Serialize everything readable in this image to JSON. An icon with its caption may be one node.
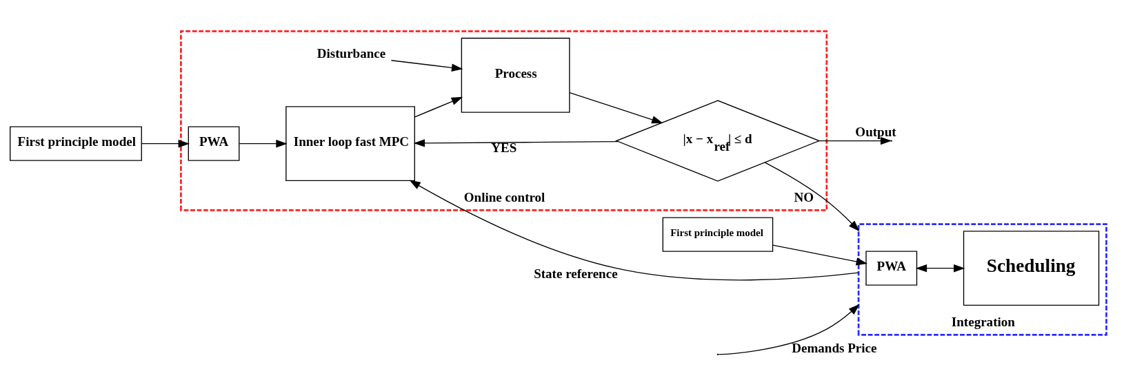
{
  "diagram": {
    "nodes": [
      {
        "text": [
          "First principle model"
        ]
      },
      {
        "text": [
          "Integration"
        ]
      },
      {
        "text": [
          "PWA"
        ],
        "in": 1
      },
      {
        "text": [
          "Scheduling"
        ],
        "in": 1
      },
      {
        "text": [
          "First principle model"
        ]
      },
      {
        "text": [
          "Online control"
        ]
      },
      {
        "text": [
          "PWA"
        ],
        "in": 5
      },
      {
        "text": [
          "Inner loop fast MPC"
        ],
        "in": 5
      },
      {
        "text": [
          "Process"
        ],
        "in": 5
      },
      {
        "text": [
          "|x − x$_{ref}$| ≤ d"
        ],
        "in": 5
      },
      {
        "text": [
          "Disturbance"
        ],
        "in": 5
      }
    ],
    "edges": [
      {
        "from": 0,
        "to": 2,
        "arrow": "to"
      },
      {
        "from": 2,
        "to": 3,
        "arrow": "both"
      },
      {
        "from": null,
        "to": 1,
        "arrow": "to",
        "label": "Demands Price"
      },
      {
        "from": 1,
        "to": 7,
        "arrow": "to",
        "label": "State reference"
      },
      {
        "from": 4,
        "to": 6,
        "arrow": "to"
      },
      {
        "from": 6,
        "to": 7,
        "arrow": "to"
      },
      {
        "from": 7,
        "to": 8,
        "arrow": "to"
      },
      {
        "from": 10,
        "to": 8,
        "arrow": "to"
      },
      {
        "from": 8,
        "to": 9,
        "arrow": "to"
      },
      {
        "from": 9,
        "to": 7,
        "arrow": "to",
        "label": "YES"
      },
      {
        "from": 9,
        "to": 1,
        "arrow": "to",
        "label": "NO"
      },
      {
        "from": 9,
        "to": null,
        "arrow": "to",
        "label": "Output"
      }
    ]
  }
}
